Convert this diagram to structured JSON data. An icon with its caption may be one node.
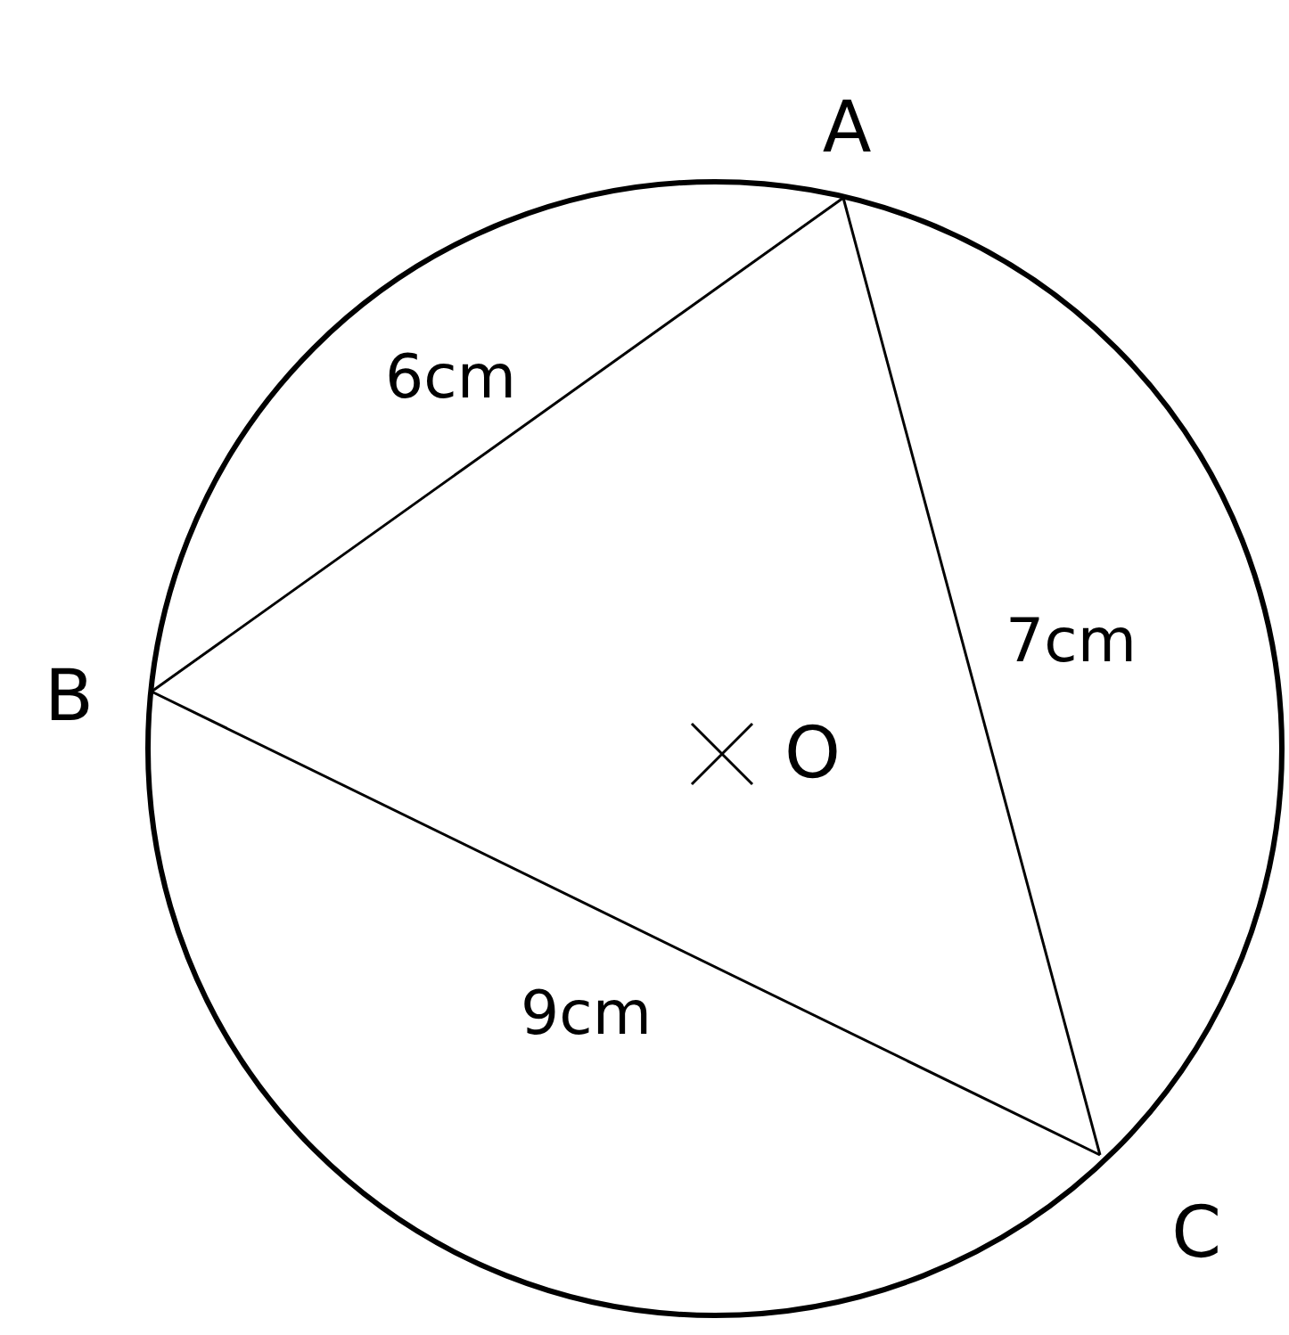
{
  "diagram": {
    "nodes": [
      {
        "text": [
          "A"
        ]
      },
      {
        "text": [
          "B"
        ]
      },
      {
        "text": [
          "C"
        ]
      }
    ],
    "edges": [
      {
        "from": 0,
        "to": 1,
        "arrow": "none",
        "label": "6cm"
      },
      {
        "from": 0,
        "to": 2,
        "arrow": "none",
        "label": "7cm"
      },
      {
        "from": 1,
        "to": 2,
        "arrow": "none",
        "label": "9cm"
      }
    ],
    "labels": [
      "O"
    ]
  }
}
